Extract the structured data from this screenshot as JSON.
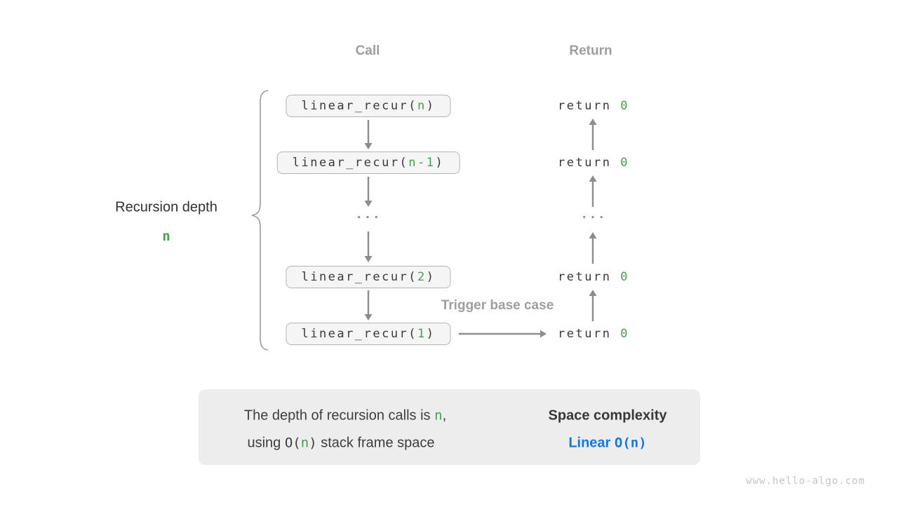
{
  "colors": {
    "green": "#47a04b",
    "blue": "#1778d9",
    "muted": "#9e9e9e",
    "dark": "#3a3a3a",
    "arrow": "#8c8c8c",
    "box-bg": "#f5f5f5",
    "box-border": "#b3b3b3",
    "panel-bg": "#ededed",
    "brace": "#9a9a9a",
    "block-arrow": "#bcbcbc",
    "footer": "#c4c4c4"
  },
  "headers": {
    "call": "Call",
    "return": "Return"
  },
  "side_label": {
    "text": "Recursion depth",
    "value": "n"
  },
  "dots": "...",
  "calls": [
    {
      "prefix": "linear_recur(",
      "arg": "n",
      "suffix": ")"
    },
    {
      "prefix": "linear_recur(",
      "arg": "n-1",
      "suffix": ")"
    },
    {
      "prefix": "linear_recur(",
      "arg": "2",
      "suffix": ")"
    },
    {
      "prefix": "linear_recur(",
      "arg": "1",
      "suffix": ")"
    }
  ],
  "returns": [
    {
      "prefix": "return ",
      "value": "0"
    },
    {
      "prefix": "return ",
      "value": "0"
    },
    {
      "prefix": "return ",
      "value": "0"
    },
    {
      "prefix": "return ",
      "value": "0"
    }
  ],
  "trigger_label": "Trigger base case",
  "summary": {
    "line1_prefix": "The depth of recursion calls is ",
    "line1_arg": "n",
    "line1_suffix": ",",
    "line2_prefix": "using ",
    "line2_code_open": "O(",
    "line2_arg": "n",
    "line2_code_close": ")",
    "line2_suffix": " stack frame space",
    "result_title": "Space complexity",
    "result_name": "Linear",
    "result_code": "O(n)"
  },
  "footer": "www.hello-algo.com"
}
